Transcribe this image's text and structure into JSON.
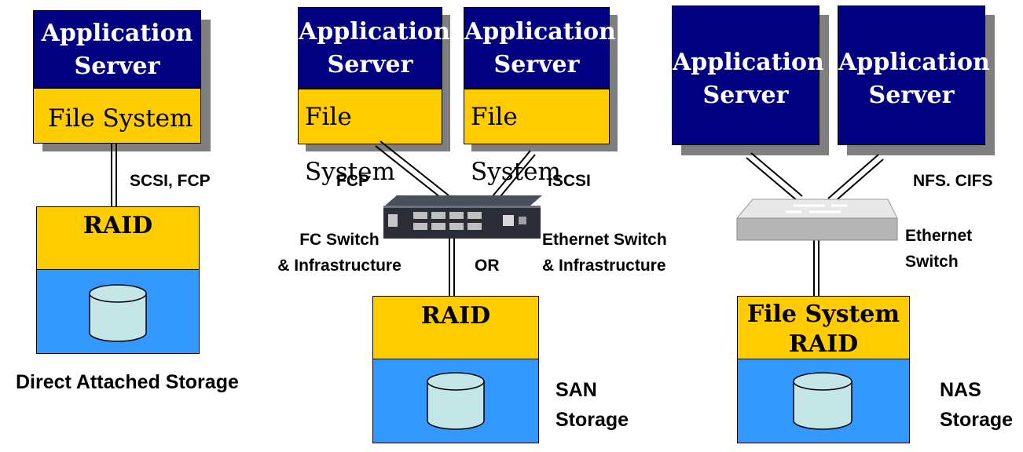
{
  "das": {
    "server_label": [
      "Application",
      "Server"
    ],
    "fs_label": "File System",
    "link_label": "SCSI, FCP",
    "raid_label": "RAID",
    "caption": "Direct Attached Storage"
  },
  "san": {
    "server1_label": [
      "Application",
      "Server"
    ],
    "server2_label": [
      "Application",
      "Server"
    ],
    "fs1_label": "File System",
    "fs2_label": "File System",
    "link_left": "FCP",
    "link_right": "iSCSI",
    "fc_switch_label": [
      "FC Switch",
      "& Infrastructure"
    ],
    "or_label": "OR",
    "eth_switch_label": [
      "Ethernet Switch",
      "& Infrastructure"
    ],
    "raid_label": "RAID",
    "caption": [
      "SAN",
      "Storage"
    ]
  },
  "nas": {
    "server1_label": [
      "Application",
      "Server"
    ],
    "server2_label": [
      "Application",
      "Server"
    ],
    "link_label": "NFS. CIFS",
    "switch_label": [
      "Ethernet",
      "Switch"
    ],
    "raid_label": [
      "File System",
      "RAID"
    ],
    "caption": [
      "NAS",
      "Storage"
    ]
  },
  "colors": {
    "server_blue": "#000080",
    "fs_yellow": "#ffcc00",
    "storage_blue": "#3399ff",
    "disk_cyan": "#c4e6e6",
    "shadow_gray": "#7f7f7f"
  }
}
